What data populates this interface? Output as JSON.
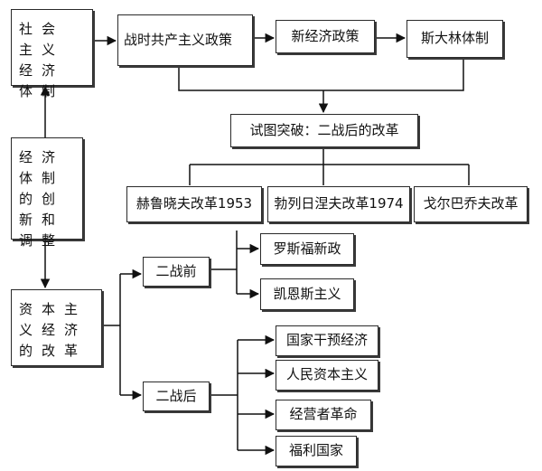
{
  "socialism_system": "社会主义经济体制",
  "innovation": "经济体制的创新和调整",
  "capitalism_reform": "资本主义经济的改革",
  "war_communism": "战时共产主义政策",
  "nep": "新经济政策",
  "stalin_model": "斯大林体制",
  "breakthrough": "试图突破：二战后的改革",
  "khrushchev": "赫鲁晓夫改革1953",
  "brezhnev": "勃列日涅夫改革1974",
  "gorbachev": "戈尔巴乔夫改革",
  "prewar": "二战前",
  "roosevelt": "罗斯福新政",
  "keynesianism": "凯恩斯主义",
  "postwar": "二战后",
  "state_intervention": "国家干预经济",
  "peoples_capitalism": "人民资本主义",
  "managerial_revolution": "经营者革命",
  "welfare_state": "福利国家"
}
